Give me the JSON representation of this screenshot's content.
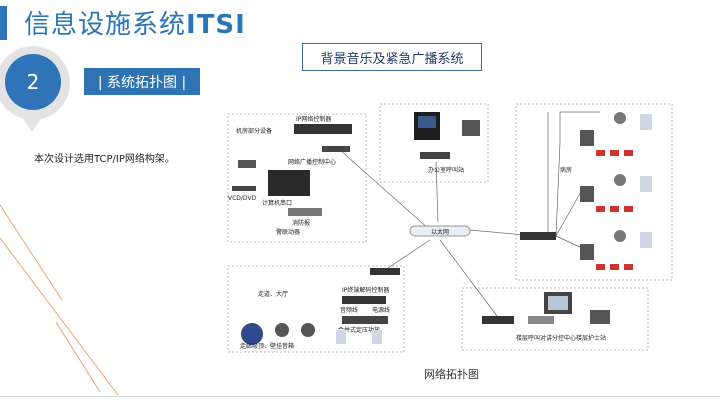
{
  "slide": {
    "title_cn": "信息设施系统",
    "title_en": "ITSI",
    "section_number": "2",
    "section_label": "| 系统拓扑图 |",
    "body_text": "本次设计选用TCP/IP网络构架。"
  },
  "diagram": {
    "title": "背景音乐及紧急广播系统",
    "caption": "网络拓扑图",
    "labels": {
      "machine_room": "机房部分设备",
      "ip_controller": "IP网络控制器",
      "broadcast_center": "网络广播控制中心",
      "vcd_dvd": "VCD/DVD",
      "computer_port": "计算机串口",
      "fire_panel": "消防报",
      "alarm_linkage": "警联动器",
      "office_station": "办公室呼叫站",
      "ethernet": "以太网",
      "ward": "病房",
      "corridor": "走道、大厅",
      "ip_decoder": "IP终端解码控制器",
      "audio_line": "音频线",
      "power_line": "电源线",
      "amplifier": "合并式定压功放",
      "ceiling_speaker": "走廊吸顶、壁挂音箱",
      "nurse_station": "楼层呼叫对讲分控中心楼层护士站"
    }
  },
  "colors": {
    "accent": "#2b75b8",
    "tag_bg": "#2e74b5",
    "diagram_frame": "#3b6ea8"
  }
}
